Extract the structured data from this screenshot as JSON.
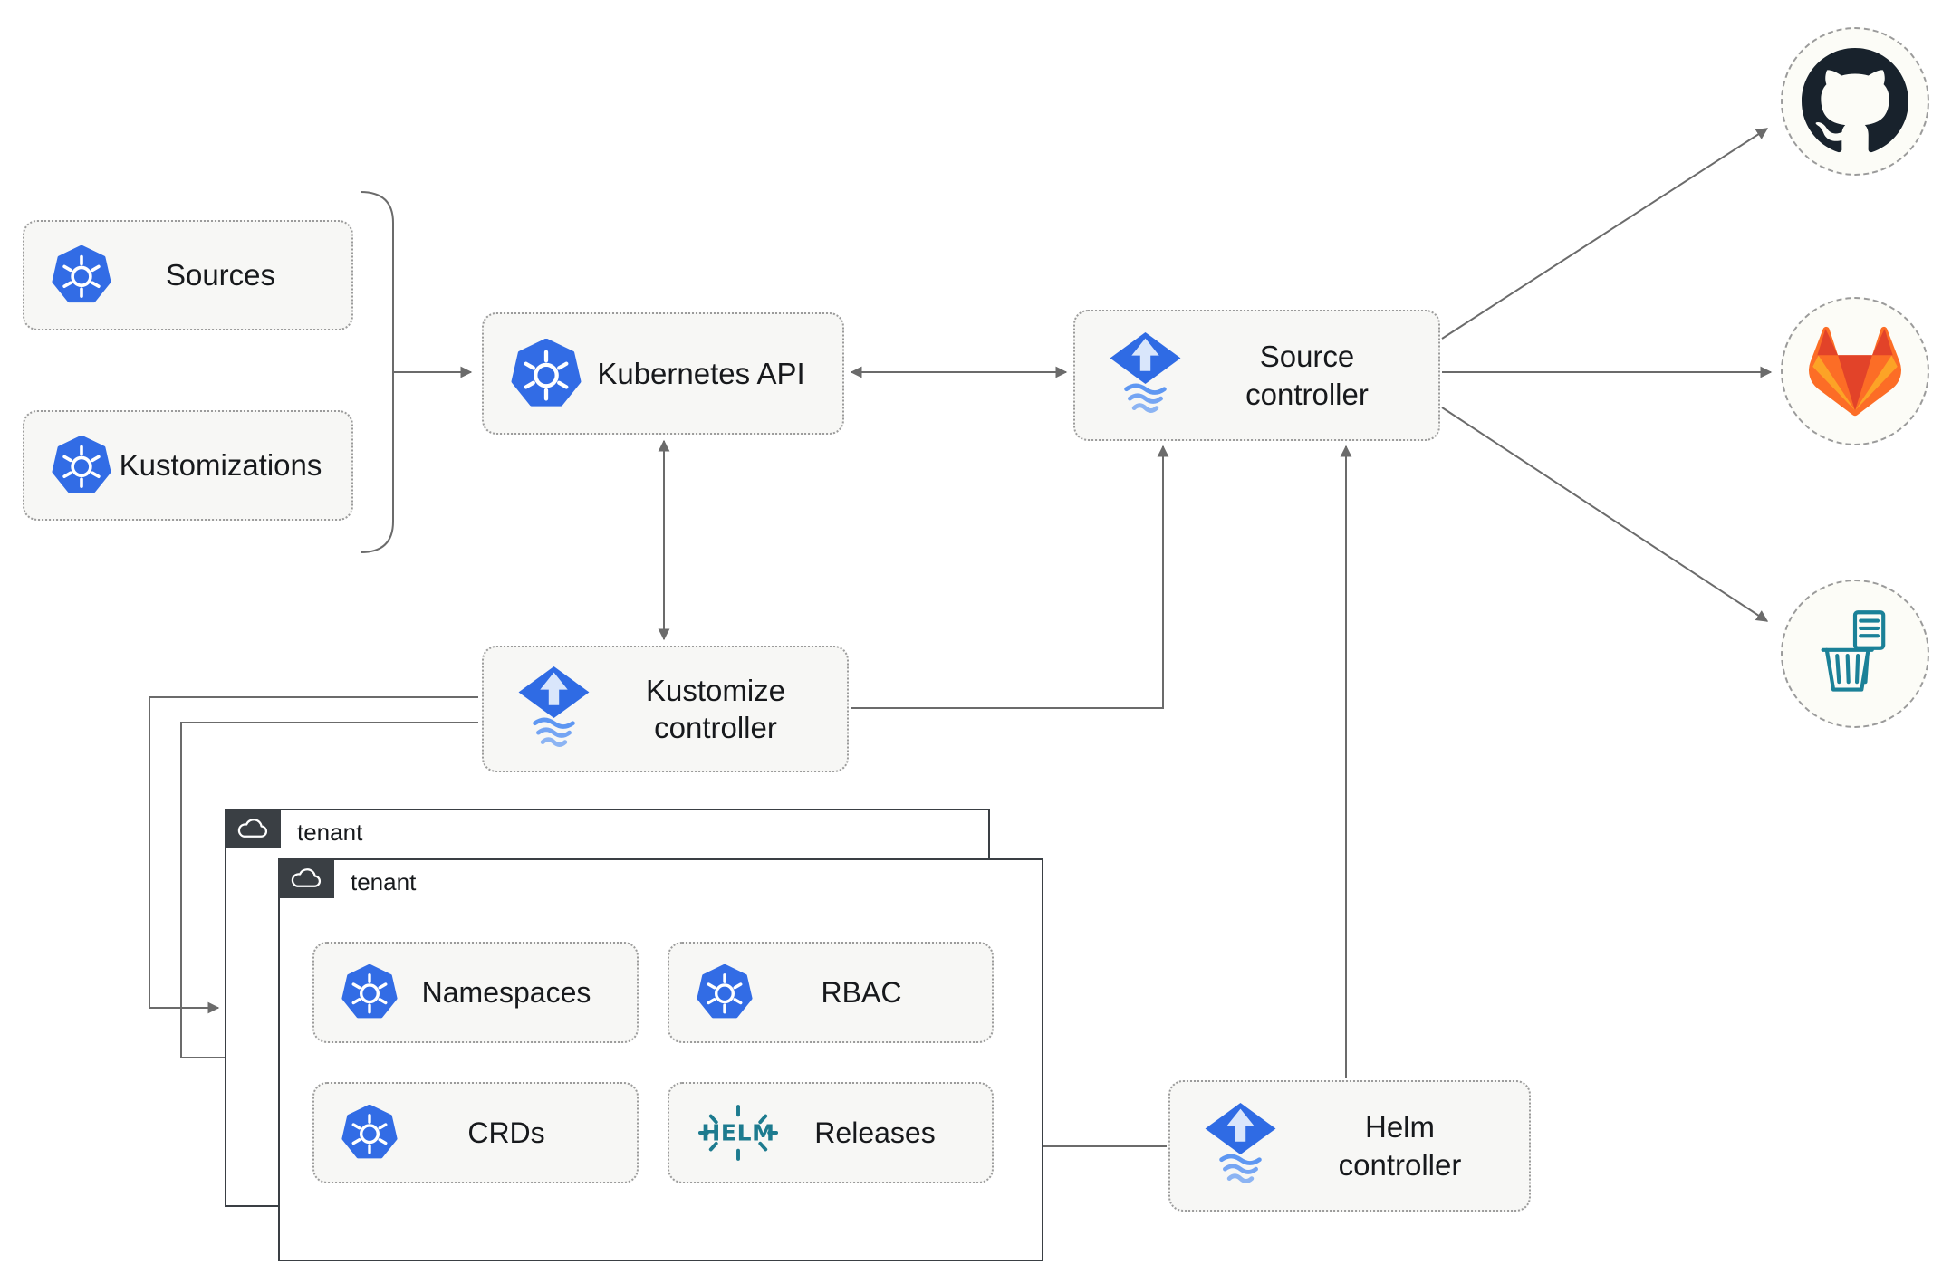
{
  "nodes": {
    "sources": {
      "label": "Sources",
      "icon": "kubernetes-icon"
    },
    "kustomizations": {
      "label": "Kustomizations",
      "icon": "kubernetes-icon"
    },
    "kubernetes_api": {
      "label": "Kubernetes API",
      "icon": "kubernetes-icon"
    },
    "source_controller": {
      "label": "Source controller",
      "icon": "flux-icon"
    },
    "kustomize_controller": {
      "label": "Kustomize controller",
      "icon": "flux-icon"
    },
    "helm_controller": {
      "label": "Helm controller",
      "icon": "flux-icon"
    },
    "namespaces": {
      "label": "Namespaces",
      "icon": "kubernetes-icon"
    },
    "rbac": {
      "label": "RBAC",
      "icon": "kubernetes-icon"
    },
    "crds": {
      "label": "CRDs",
      "icon": "kubernetes-icon"
    },
    "releases": {
      "label": "Releases",
      "icon": "helm-icon"
    },
    "tenant_back": {
      "label": "tenant",
      "icon": "cloud-icon"
    },
    "tenant_front": {
      "label": "tenant",
      "icon": "cloud-icon"
    },
    "github": {
      "icon": "github-icon"
    },
    "gitlab": {
      "icon": "gitlab-icon"
    },
    "bucket": {
      "icon": "bucket-icon"
    }
  },
  "colors": {
    "kubernetes_blue": "#326ce5",
    "flux_blue": "#2f6be4",
    "helm_teal": "#1d7b8f",
    "github_dark": "#18222c",
    "gitlab_orange": "#fc6d26",
    "gitlab_red": "#e24329",
    "gitlab_yellow": "#fca326",
    "bucket_teal": "#1b8198",
    "box_background": "#f7f7f5",
    "arrow_gray": "#6b6b6b"
  }
}
